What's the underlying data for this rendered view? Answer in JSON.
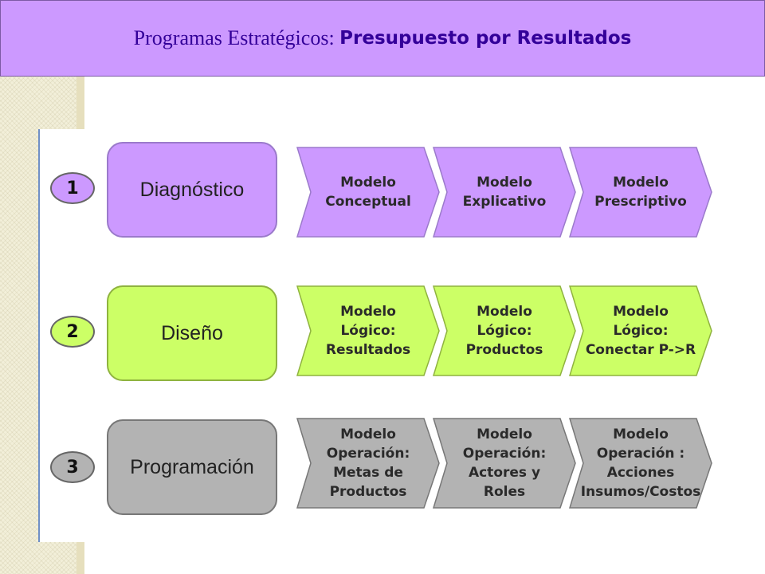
{
  "header": {
    "title_prefix": "Programas Estratégicos: ",
    "title_emphasis": "Presupuesto por Resultados"
  },
  "colors": {
    "header_bg": "#cc99ff",
    "header_text": "#330099",
    "purple": "#cc99ff",
    "green": "#ccff66",
    "gray": "#b3b3b3"
  },
  "rows": [
    {
      "number": "1",
      "stage": "Diagnóstico",
      "steps": [
        [
          "Modelo",
          "Conceptual"
        ],
        [
          "Modelo",
          "Explicativo"
        ],
        [
          "Modelo",
          "Prescriptivo"
        ]
      ]
    },
    {
      "number": "2",
      "stage": "Diseño",
      "steps": [
        [
          "Modelo",
          "Lógico:",
          "Resultados"
        ],
        [
          "Modelo",
          "Lógico:",
          "Productos"
        ],
        [
          "Modelo",
          "Lógico:",
          "Conectar P->R"
        ]
      ]
    },
    {
      "number": "3",
      "stage": "Programación",
      "steps": [
        [
          "Modelo",
          "Operación:",
          "Metas de",
          "Productos"
        ],
        [
          "Modelo",
          "Operación:",
          "Actores y",
          "Roles"
        ],
        [
          "Modelo",
          "Operación :",
          "Acciones",
          "Insumos/Costos"
        ]
      ]
    }
  ]
}
